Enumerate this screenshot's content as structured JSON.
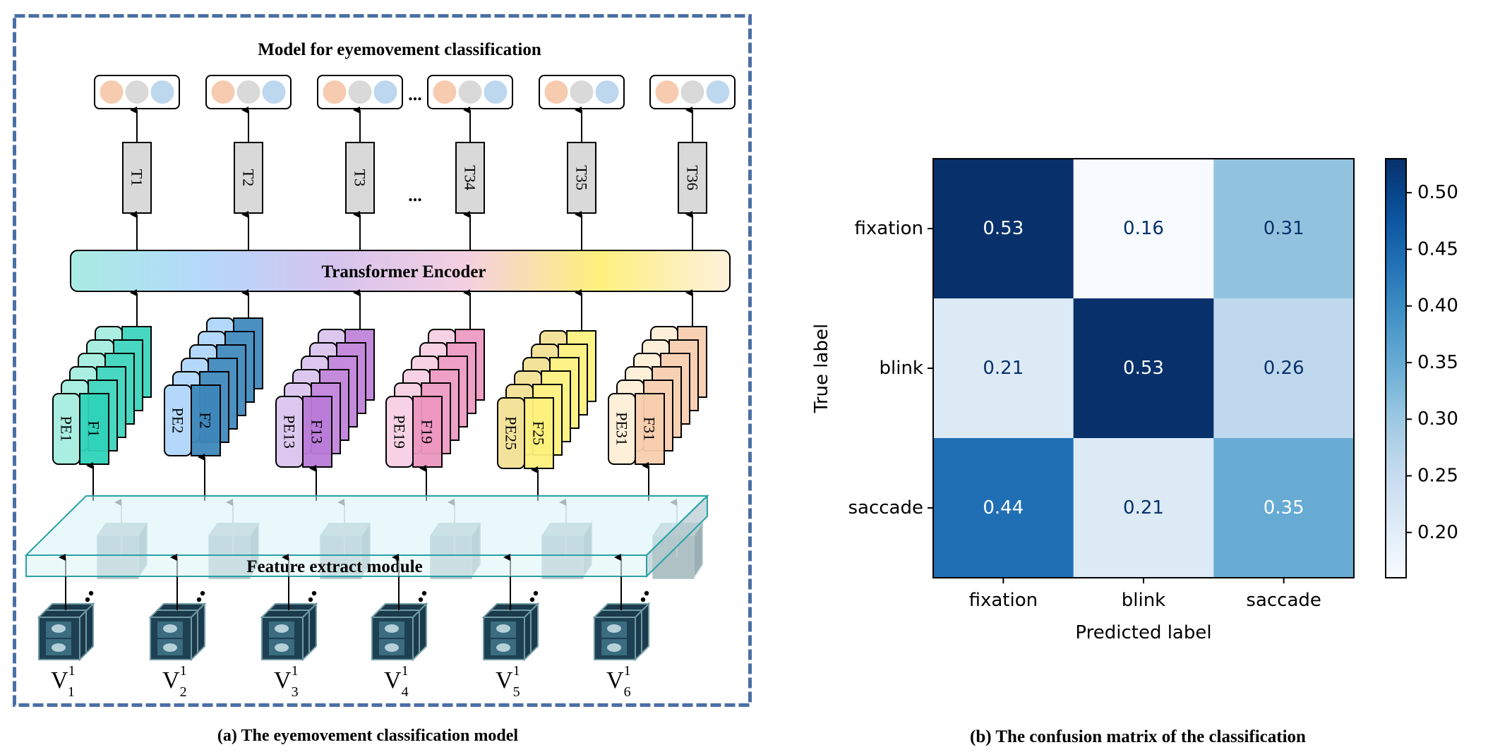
{
  "panel_a": {
    "title": "Model for eyemovement classification",
    "caption": "(a) The eyemovement classification model",
    "encoder_label": "Transformer Encoder",
    "feature_module_label": "Feature extract module",
    "ellipsis": "...",
    "output_classes_colors": [
      "#f7cbaf",
      "#d9d9d9",
      "#bdd7ee"
    ],
    "dashed_border_color": "#4a6fa5",
    "encoder_gradient": [
      "#a8ece3",
      "#b4d8fb",
      "#d6c4ee",
      "#f4cfe0",
      "#fdf07c",
      "#fdf1dc"
    ],
    "columns": [
      {
        "token": "T1",
        "pe": "PE1",
        "feat": "F1",
        "video_base": "V",
        "video_sup": "1",
        "video_sub": "1",
        "pe_color": "#a9eee0",
        "f_color": "#2fd3b9",
        "f_back_color": "#48d7c0"
      },
      {
        "token": "T2",
        "pe": "PE2",
        "feat": "F2",
        "video_base": "V",
        "video_sup": "1",
        "video_sub": "2",
        "pe_color": "#b4d8fb",
        "f_color": "#3d87b9",
        "f_back_color": "#4a90c0"
      },
      {
        "token": "T3",
        "pe": "PE13",
        "feat": "F13",
        "video_base": "V",
        "video_sup": "1",
        "video_sub": "3",
        "pe_color": "#dcc8ef",
        "f_color": "#b97bd7",
        "f_back_color": "#c48bdc"
      },
      {
        "token": "T34",
        "pe": "PE19",
        "feat": "F19",
        "video_base": "V",
        "video_sup": "1",
        "video_sub": "4",
        "pe_color": "#f6d2e4",
        "f_color": "#ec97c1",
        "f_back_color": "#eea0c6"
      },
      {
        "token": "T35",
        "pe": "PE25",
        "feat": "F25",
        "video_base": "V",
        "video_sup": "1",
        "video_sub": "5",
        "pe_color": "#f3e29a",
        "f_color": "#fdf07c",
        "f_back_color": "#fdf285"
      },
      {
        "token": "T36",
        "pe": "PE31",
        "feat": "F31",
        "video_base": "V",
        "video_sup": "1",
        "video_sub": "6",
        "pe_color": "#feefd8",
        "f_color": "#f8cdae",
        "f_back_color": "#f8d1b4"
      }
    ]
  },
  "panel_b": {
    "caption": "(b)  The confusion matrix of the classification"
  },
  "chart_data": {
    "type": "heatmap",
    "title": "",
    "xlabel": "Predicted label",
    "ylabel": "True label",
    "x_categories": [
      "fixation",
      "blink",
      "saccade"
    ],
    "y_categories": [
      "fixation",
      "blink",
      "saccade"
    ],
    "values": [
      [
        0.53,
        0.16,
        0.31
      ],
      [
        0.21,
        0.53,
        0.26
      ],
      [
        0.44,
        0.21,
        0.35
      ]
    ],
    "colormap": "Blues",
    "colorbar": {
      "range": [
        0.16,
        0.53
      ],
      "ticks": [
        0.2,
        0.25,
        0.3,
        0.35,
        0.4,
        0.45,
        0.5
      ],
      "tick_labels": [
        "0.20",
        "0.25",
        "0.30",
        "0.35",
        "0.40",
        "0.45",
        "0.50"
      ],
      "placement": "right"
    },
    "grid": false
  }
}
